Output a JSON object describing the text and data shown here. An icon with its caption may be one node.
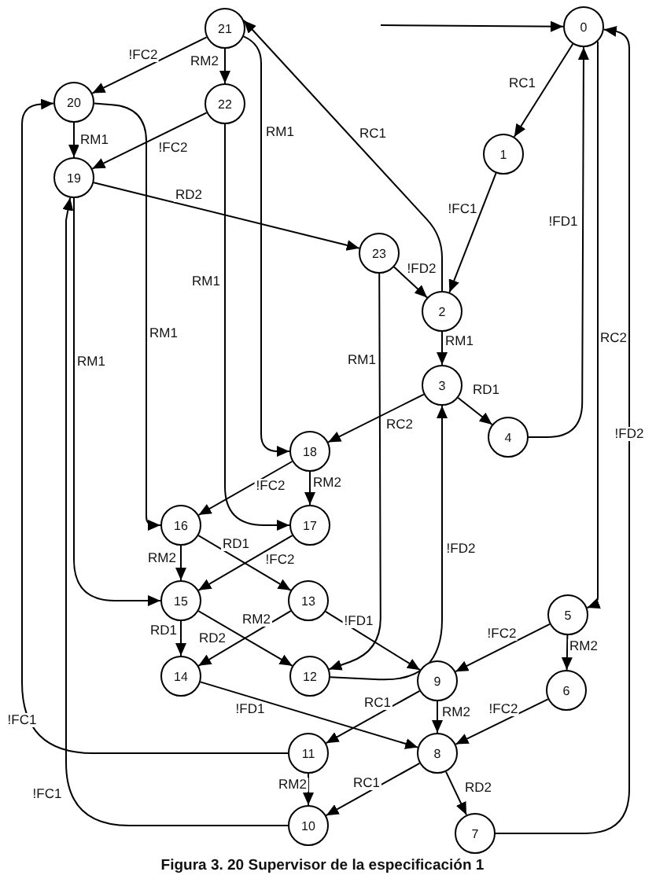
{
  "diagram": {
    "caption": "Figura 3. 20 Supervisor de la especificación 1",
    "nodes": [
      {
        "text": [
          "0"
        ]
      },
      {
        "text": [
          "1"
        ]
      },
      {
        "text": [
          "2"
        ]
      },
      {
        "text": [
          "3"
        ]
      },
      {
        "text": [
          "4"
        ]
      },
      {
        "text": [
          "5"
        ]
      },
      {
        "text": [
          "6"
        ]
      },
      {
        "text": [
          "7"
        ]
      },
      {
        "text": [
          "8"
        ]
      },
      {
        "text": [
          "9"
        ]
      },
      {
        "text": [
          "10"
        ]
      },
      {
        "text": [
          "11"
        ]
      },
      {
        "text": [
          "12"
        ]
      },
      {
        "text": [
          "13"
        ]
      },
      {
        "text": [
          "14"
        ]
      },
      {
        "text": [
          "15"
        ]
      },
      {
        "text": [
          "16"
        ]
      },
      {
        "text": [
          "17"
        ]
      },
      {
        "text": [
          "18"
        ]
      },
      {
        "text": [
          "19"
        ]
      },
      {
        "text": [
          "20"
        ]
      },
      {
        "text": [
          "21"
        ]
      },
      {
        "text": [
          "22"
        ]
      },
      {
        "text": [
          "23"
        ]
      }
    ],
    "edges": [
      {
        "from": null,
        "to": 0,
        "arrow": "to"
      },
      {
        "from": 0,
        "to": 1,
        "arrow": "to",
        "label": "RC1"
      },
      {
        "from": 1,
        "to": 2,
        "arrow": "to",
        "label": "!FC1"
      },
      {
        "from": 2,
        "to": 21,
        "arrow": "to",
        "label": "RC1"
      },
      {
        "from": 23,
        "to": 2,
        "arrow": "to",
        "label": "!FD2"
      },
      {
        "from": 2,
        "to": 3,
        "arrow": "to",
        "label": "RM1"
      },
      {
        "from": 3,
        "to": 4,
        "arrow": "to",
        "label": "RD1"
      },
      {
        "from": 4,
        "to": 0,
        "arrow": "to",
        "label": "!FD1"
      },
      {
        "from": 0,
        "to": 5,
        "arrow": "to",
        "label": "RC2"
      },
      {
        "from": 7,
        "to": 0,
        "arrow": "to",
        "label": "!FD2"
      },
      {
        "from": 3,
        "to": 18,
        "arrow": "to",
        "label": "RC2"
      },
      {
        "from": 12,
        "to": 3,
        "arrow": "to",
        "label": "!FD2"
      },
      {
        "from": 21,
        "to": 20,
        "arrow": "to",
        "label": "!FC2"
      },
      {
        "from": 21,
        "to": 22,
        "arrow": "to",
        "label": "RM2"
      },
      {
        "from": 21,
        "to": 18,
        "arrow": "to",
        "label": "RM1"
      },
      {
        "from": 22,
        "to": 19,
        "arrow": "to",
        "label": "!FC2"
      },
      {
        "from": 22,
        "to": 17,
        "arrow": "to",
        "label": "RM1"
      },
      {
        "from": 20,
        "to": 19,
        "arrow": "to",
        "label": "RM1"
      },
      {
        "from": 20,
        "to": 16,
        "arrow": "to",
        "label": "RM1"
      },
      {
        "from": 19,
        "to": 23,
        "arrow": "to",
        "label": "RD2"
      },
      {
        "from": 19,
        "to": 15,
        "arrow": "to",
        "label": "RM1"
      },
      {
        "from": 10,
        "to": 19,
        "arrow": "to",
        "label": "!FC1"
      },
      {
        "from": 11,
        "to": 20,
        "arrow": "to",
        "label": "!FC1"
      },
      {
        "from": 23,
        "to": 12,
        "arrow": "to",
        "label": "RM1"
      },
      {
        "from": 18,
        "to": 16,
        "arrow": "to",
        "label": "!FC2"
      },
      {
        "from": 18,
        "to": 17,
        "arrow": "to",
        "label": "RM2"
      },
      {
        "from": 16,
        "to": 15,
        "arrow": "to",
        "label": "RM2"
      },
      {
        "from": 16,
        "to": 13,
        "arrow": "to",
        "label": "RD1"
      },
      {
        "from": 17,
        "to": 15,
        "arrow": "to",
        "label": "!FC2"
      },
      {
        "from": 15,
        "to": 14,
        "arrow": "to",
        "label": "RD1"
      },
      {
        "from": 15,
        "to": 12,
        "arrow": "to",
        "label": "RD2"
      },
      {
        "from": 13,
        "to": 14,
        "arrow": "to",
        "label": "RM2"
      },
      {
        "from": 13,
        "to": 9,
        "arrow": "to",
        "label": "!FD1"
      },
      {
        "from": 14,
        "to": 8,
        "arrow": "to",
        "label": "!FD1"
      },
      {
        "from": 5,
        "to": 9,
        "arrow": "to",
        "label": "!FC2"
      },
      {
        "from": 5,
        "to": 6,
        "arrow": "to",
        "label": "RM2"
      },
      {
        "from": 6,
        "to": 8,
        "arrow": "to",
        "label": "!FC2"
      },
      {
        "from": 9,
        "to": 8,
        "arrow": "to",
        "label": "RM2"
      },
      {
        "from": 9,
        "to": 11,
        "arrow": "to",
        "label": "RC1"
      },
      {
        "from": 8,
        "to": 10,
        "arrow": "to",
        "label": "RC1"
      },
      {
        "from": 8,
        "to": 7,
        "arrow": "to",
        "label": "RD2"
      },
      {
        "from": 11,
        "to": 10,
        "arrow": "to",
        "label": "RM2"
      }
    ]
  }
}
